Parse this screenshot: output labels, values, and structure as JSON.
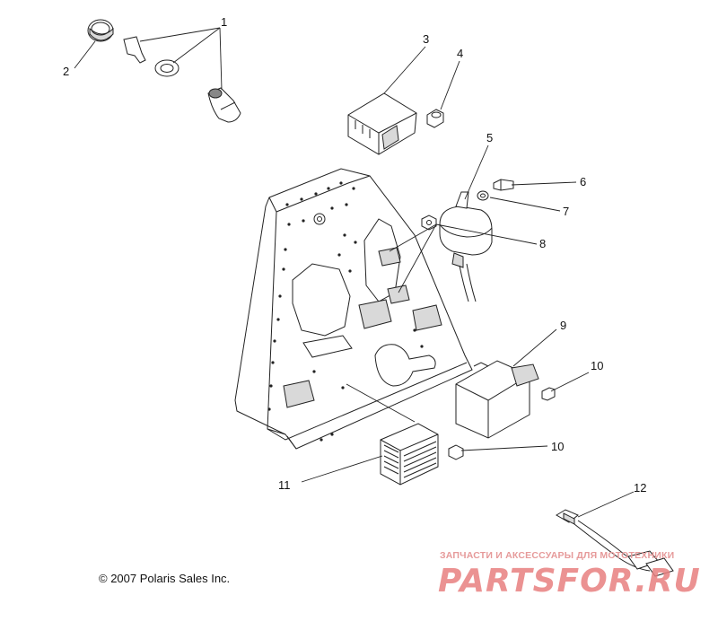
{
  "callouts": {
    "c1": "1",
    "c2": "2",
    "c3": "3",
    "c4": "4",
    "c5": "5",
    "c6": "6",
    "c7": "7",
    "c8": "8",
    "c9": "9",
    "c10a": "10",
    "c10b": "10",
    "c11": "11",
    "c12": "12"
  },
  "copyright": "© 2007 Polaris Sales Inc.",
  "watermark": {
    "tagline": "ЗАПЧАСТИ И АКСЕССУАРЫ ДЛЯ МОТОТЕХНИКИ",
    "brand": "PARTSFOR.RU"
  }
}
